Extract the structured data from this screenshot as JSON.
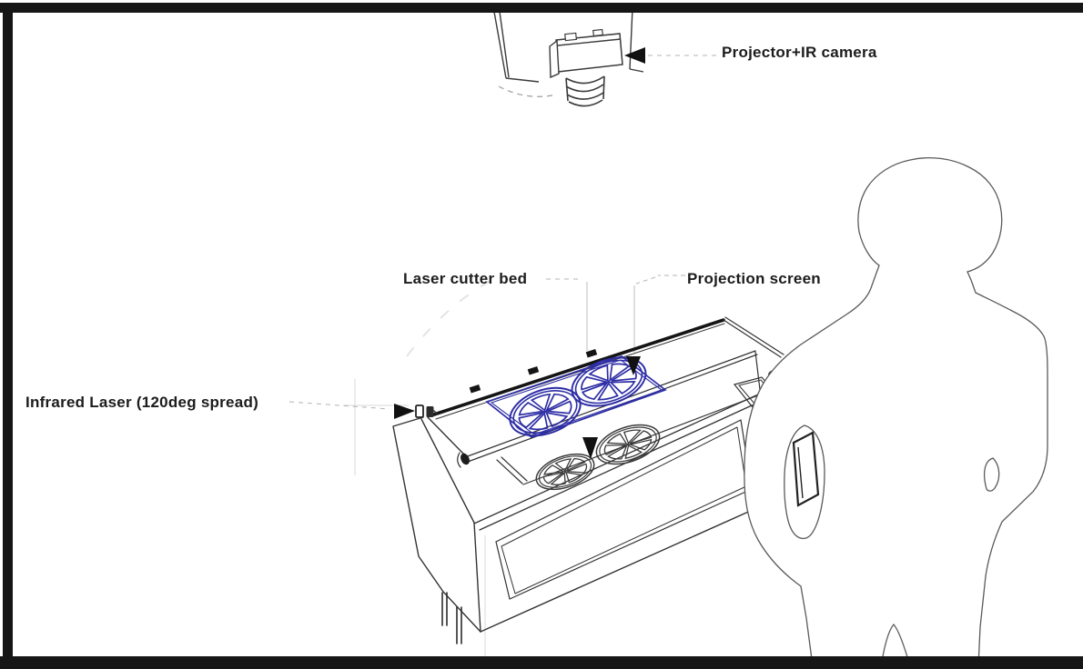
{
  "page": {
    "background": "#ffffff",
    "frame_color": "#161616"
  },
  "diagram": {
    "ink_color": "#333333",
    "projection_color": "#2e2ea6",
    "labels": {
      "projector": "Projector+IR camera",
      "bed": "Laser cutter bed",
      "screen": "Projection screen",
      "laser": "Infrared Laser (120deg spread)"
    },
    "projection": {
      "shape": "segmented-wheel",
      "screen_shapes": 2,
      "bed_shapes": 2
    }
  }
}
